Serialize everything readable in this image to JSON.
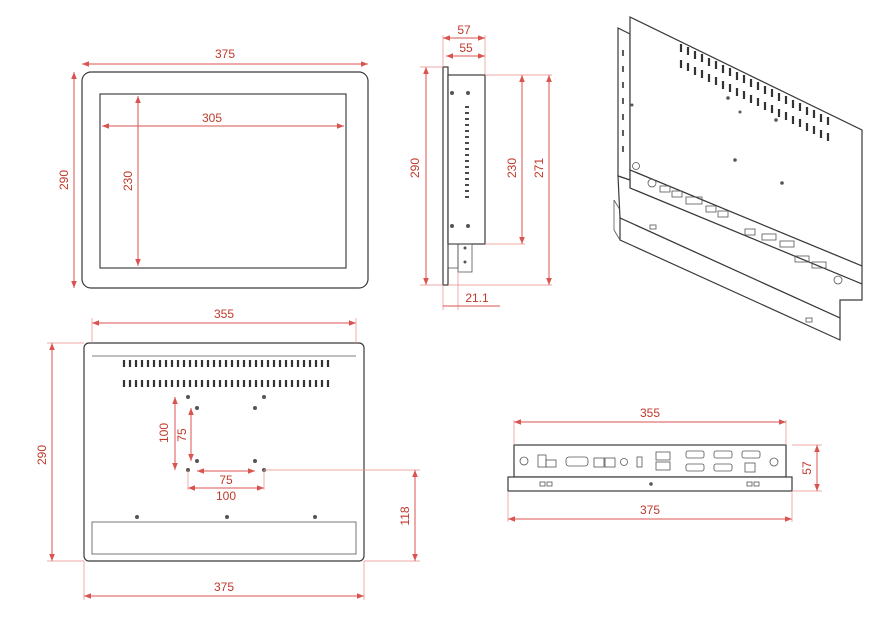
{
  "dimensions": {
    "front": {
      "width": "375",
      "height": "290",
      "screen_width": "305",
      "screen_height": "230"
    },
    "side": {
      "depth": "57",
      "depth_inner": "55",
      "height": "290",
      "screen_height": "230",
      "panel_height": "271",
      "bottom_offset": "21.1"
    },
    "back": {
      "inner_width": "355",
      "height": "290",
      "vesa_outer": "100",
      "vesa_inner": "75",
      "vesa_outer_w": "100",
      "vesa_inner_w": "75",
      "io_height": "118",
      "outer_width": "375"
    },
    "bottom": {
      "inner_width": "355",
      "outer_width": "375",
      "depth": "57"
    }
  }
}
